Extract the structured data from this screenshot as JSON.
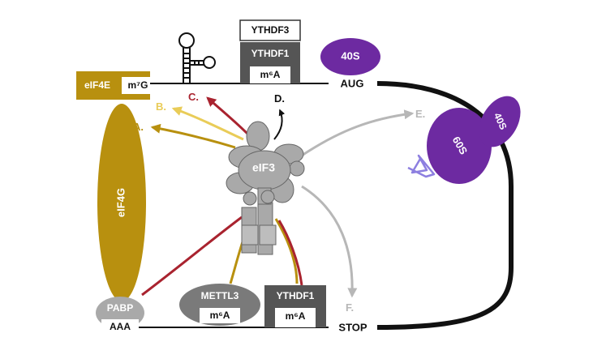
{
  "colors": {
    "gold": "#b8900f",
    "gold_light": "#e9cc58",
    "red": "#a9232f",
    "purple": "#6d2aa1",
    "grey_eif3": "#a9a9a9",
    "grey_arrow": "#b7b7b7",
    "dark_grey": "#555555",
    "mid_grey": "#7a7a7a",
    "lavender": "#8d7fe0",
    "black": "#111111"
  },
  "labels": {
    "eif4e": "eIF4E",
    "m7g": "m⁷G",
    "eif4g": "eIF4G",
    "pabp": "PABP",
    "aaa": "AAA",
    "eif3": "eIF3",
    "ythdf3": "YTHDF3",
    "ythdf1_top": "YTHDF1",
    "m6a_top": "m⁶A",
    "aug": "AUG",
    "stop": "STOP",
    "ribosome_40s_top": "40S",
    "ribosome_40s_right": "40S",
    "ribosome_60s": "60S",
    "mettl3": "METTL3",
    "m6a_mettl3": "m⁶A",
    "ythdf1_bottom": "YTHDF1",
    "m6a_bottom": "m⁶A"
  },
  "arrow_labels": {
    "a": "A.",
    "b": "B.",
    "c": "C.",
    "d": "D.",
    "e": "E.",
    "f": "F."
  }
}
